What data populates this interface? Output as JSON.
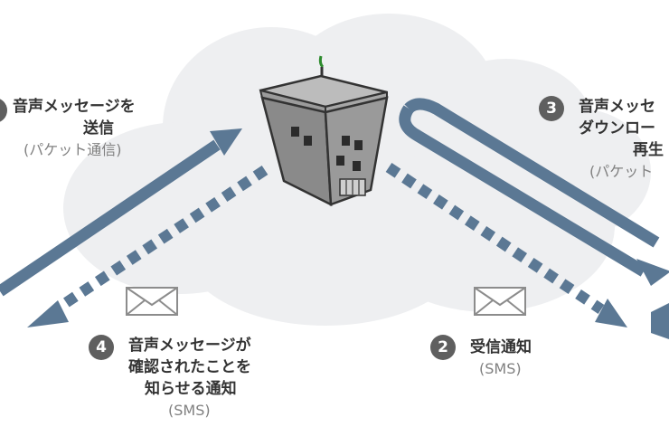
{
  "colors": {
    "cloud": "#eeeff1",
    "arrow": "#5b7894",
    "badge": "#5f5f5f",
    "text": "#333333",
    "subtext": "#808080",
    "building": "#8a8a8a",
    "antenna_tip": "#2e8b2e"
  },
  "steps": [
    {
      "number": "",
      "lines": [
        "音声メッセージを",
        "送信"
      ],
      "sub": "(パケット通信)"
    },
    {
      "number": "2",
      "lines": [
        "受信通知"
      ],
      "sub": "(SMS)"
    },
    {
      "number": "3",
      "lines": [
        "音声メッセ",
        "ダウンロー",
        "再生"
      ],
      "sub": "(パケット"
    },
    {
      "number": "4",
      "lines": [
        "音声メッセージが",
        "確認されたことを",
        "知らせる通知"
      ],
      "sub": "(SMS)"
    }
  ],
  "icons": [
    "mail-envelope-icon",
    "mail-envelope-icon",
    "server-building-icon"
  ]
}
